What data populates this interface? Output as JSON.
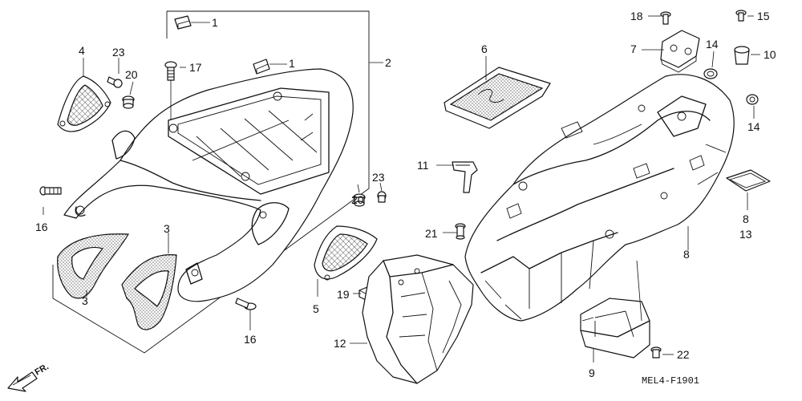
{
  "diagram": {
    "code": "MEL4-F1901",
    "direction": "FR.",
    "callouts": [
      {
        "id": "c1a",
        "label": "1"
      },
      {
        "id": "c1b",
        "label": "1"
      },
      {
        "id": "c2",
        "label": "2"
      },
      {
        "id": "c3a",
        "label": "3"
      },
      {
        "id": "c3b",
        "label": "3"
      },
      {
        "id": "c4",
        "label": "4"
      },
      {
        "id": "c5",
        "label": "5"
      },
      {
        "id": "c6",
        "label": "6"
      },
      {
        "id": "c7",
        "label": "7"
      },
      {
        "id": "c8",
        "label": "8"
      },
      {
        "id": "c8b",
        "label": "8"
      },
      {
        "id": "c9",
        "label": "9"
      },
      {
        "id": "c10",
        "label": "10"
      },
      {
        "id": "c11",
        "label": "11"
      },
      {
        "id": "c12",
        "label": "12"
      },
      {
        "id": "c13",
        "label": "13"
      },
      {
        "id": "c14a",
        "label": "14"
      },
      {
        "id": "c14b",
        "label": "14"
      },
      {
        "id": "c15",
        "label": "15"
      },
      {
        "id": "c16a",
        "label": "16"
      },
      {
        "id": "c16b",
        "label": "16"
      },
      {
        "id": "c17",
        "label": "17"
      },
      {
        "id": "c18",
        "label": "18"
      },
      {
        "id": "c19",
        "label": "19"
      },
      {
        "id": "c20a",
        "label": "20"
      },
      {
        "id": "c20b",
        "label": "20"
      },
      {
        "id": "c21",
        "label": "21"
      },
      {
        "id": "c22",
        "label": "22"
      },
      {
        "id": "c23a",
        "label": "23"
      },
      {
        "id": "c23b",
        "label": "23"
      }
    ]
  }
}
